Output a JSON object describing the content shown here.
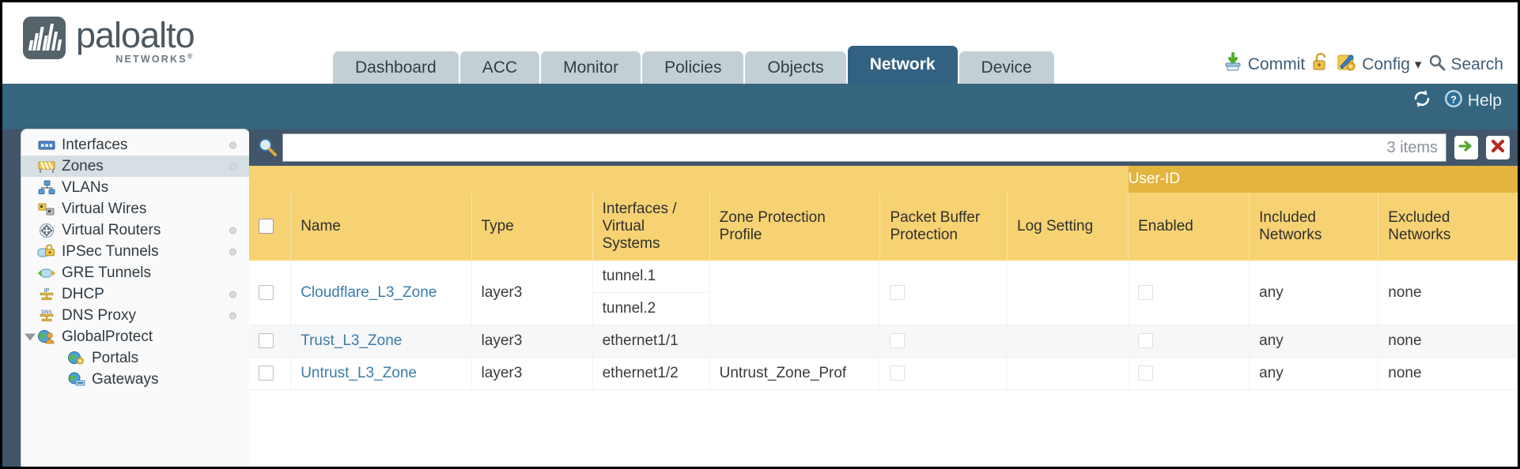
{
  "brand": {
    "name": "paloalto",
    "tagline": "NETWORKS",
    "registered": "®"
  },
  "header": {
    "tabs": [
      {
        "label": "Dashboard",
        "active": false
      },
      {
        "label": "ACC",
        "active": false
      },
      {
        "label": "Monitor",
        "active": false
      },
      {
        "label": "Policies",
        "active": false
      },
      {
        "label": "Objects",
        "active": false
      },
      {
        "label": "Network",
        "active": true
      },
      {
        "label": "Device",
        "active": false
      }
    ],
    "actions": [
      {
        "label": "Commit",
        "icon": "commit-icon"
      },
      {
        "label": "",
        "icon": "unlock-icon"
      },
      {
        "label": "Config",
        "icon": "config-icon",
        "caret": "▾"
      },
      {
        "label": "Search",
        "icon": "search-magnifier-icon"
      }
    ]
  },
  "blueband": {
    "refresh_icon": "refresh-icon",
    "help_label": "Help",
    "help_icon": "help-icon"
  },
  "sidebar": {
    "items": [
      {
        "label": "Interfaces",
        "icon": "interfaces-icon",
        "selected": false,
        "dot": true,
        "child": false,
        "twisty": false
      },
      {
        "label": "Zones",
        "icon": "zones-icon",
        "selected": true,
        "dot": true,
        "child": false,
        "twisty": false
      },
      {
        "label": "VLANs",
        "icon": "vlans-icon",
        "selected": false,
        "dot": false,
        "child": false,
        "twisty": false
      },
      {
        "label": "Virtual Wires",
        "icon": "virtual-wires-icon",
        "selected": false,
        "dot": false,
        "child": false,
        "twisty": false
      },
      {
        "label": "Virtual Routers",
        "icon": "virtual-routers-icon",
        "selected": false,
        "dot": true,
        "child": false,
        "twisty": false
      },
      {
        "label": "IPSec Tunnels",
        "icon": "ipsec-tunnels-icon",
        "selected": false,
        "dot": true,
        "child": false,
        "twisty": false
      },
      {
        "label": "GRE Tunnels",
        "icon": "gre-tunnels-icon",
        "selected": false,
        "dot": false,
        "child": false,
        "twisty": false
      },
      {
        "label": "DHCP",
        "icon": "dhcp-icon",
        "selected": false,
        "dot": true,
        "child": false,
        "twisty": false
      },
      {
        "label": "DNS Proxy",
        "icon": "dns-proxy-icon",
        "selected": false,
        "dot": true,
        "child": false,
        "twisty": false
      },
      {
        "label": "GlobalProtect",
        "icon": "globalprotect-icon",
        "selected": false,
        "dot": false,
        "child": false,
        "twisty": true
      },
      {
        "label": "Portals",
        "icon": "portals-icon",
        "selected": false,
        "dot": false,
        "child": true,
        "twisty": false
      },
      {
        "label": "Gateways",
        "icon": "gateways-icon",
        "selected": false,
        "dot": false,
        "child": true,
        "twisty": false
      }
    ]
  },
  "search": {
    "value": "",
    "placeholder": "",
    "items_count": "3 items",
    "apply_icon": "apply-arrow-icon",
    "clear_icon": "clear-x-icon"
  },
  "table": {
    "group_headers": [
      {
        "label": "",
        "span": 7,
        "type": "blank"
      },
      {
        "label": "User-ID",
        "span": 3,
        "type": "userid"
      }
    ],
    "columns": [
      "Name",
      "Type",
      "Interfaces / Virtual Systems",
      "Zone Protection Profile",
      "Packet Buffer Protection",
      "Log Setting",
      "Enabled",
      "Included Networks",
      "Excluded Networks"
    ],
    "rows": [
      {
        "selected": false,
        "name": "Cloudflare_L3_Zone",
        "type": "layer3",
        "interfaces": [
          "tunnel.1",
          "tunnel.2"
        ],
        "zone_protection_profile": "",
        "packet_buffer_protection": false,
        "log_setting": "",
        "userid_enabled": false,
        "included_networks": "any",
        "excluded_networks": "none"
      },
      {
        "selected": false,
        "name": "Trust_L3_Zone",
        "type": "layer3",
        "interfaces": [
          "ethernet1/1"
        ],
        "zone_protection_profile": "",
        "packet_buffer_protection": false,
        "log_setting": "",
        "userid_enabled": false,
        "included_networks": "any",
        "excluded_networks": "none"
      },
      {
        "selected": false,
        "name": "Untrust_L3_Zone",
        "type": "layer3",
        "interfaces": [
          "ethernet1/2"
        ],
        "zone_protection_profile": "Untrust_Zone_Prof",
        "packet_buffer_protection": false,
        "log_setting": "",
        "userid_enabled": false,
        "included_networks": "any",
        "excluded_networks": "none"
      }
    ]
  },
  "colors": {
    "brand_slate": "#55636b",
    "tab_inactive": "#c3d0d3",
    "tab_active": "#336182",
    "blue_band": "#35657f",
    "main_bg": "#41566a",
    "table_header": "#f6d272",
    "userid_header": "#e3b53f",
    "link": "#3a7ca8"
  }
}
